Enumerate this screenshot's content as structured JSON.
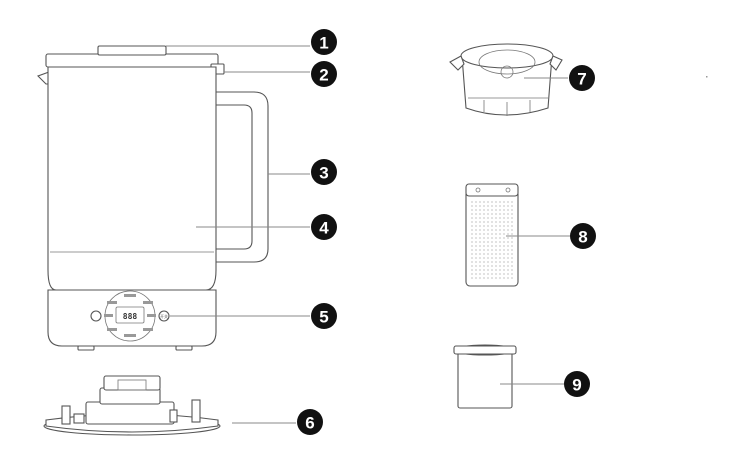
{
  "callouts": [
    {
      "id": "1",
      "label": "1"
    },
    {
      "id": "2",
      "label": "2"
    },
    {
      "id": "3",
      "label": "3"
    },
    {
      "id": "4",
      "label": "4"
    },
    {
      "id": "5",
      "label": "5"
    },
    {
      "id": "6",
      "label": "6"
    },
    {
      "id": "7",
      "label": "7"
    },
    {
      "id": "8",
      "label": "8"
    },
    {
      "id": "9",
      "label": "9"
    }
  ],
  "control_panel": {
    "display": "888",
    "button_glyph": "开关"
  }
}
